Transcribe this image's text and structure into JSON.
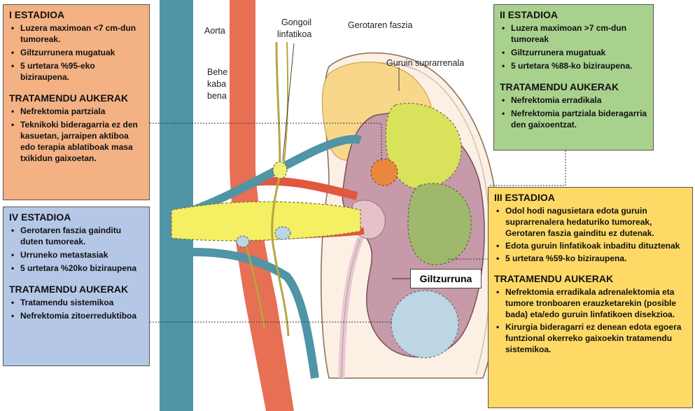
{
  "labels": {
    "aorta": "Aorta",
    "vena_cava": [
      "Behe",
      "kaba",
      "bena"
    ],
    "lymph_node": [
      "Gongoil",
      "linfatikoa"
    ],
    "gerota": "Gerotaren faszia",
    "adrenal": "Guruin suprarrenala",
    "kidney": "Giltzurruna"
  },
  "stage1": {
    "title": "I ESTADIOA",
    "items": [
      "Luzera maximoan <7 cm-dun tumoreak.",
      "Giltzurrunera mugatuak",
      "5 urtetara %95-eko biziraupena."
    ],
    "treat_title": "TRATAMENDU AUKERAK",
    "treat_items": [
      "Nefrektomia partziala",
      "Teknikoki bideragarria ez den kasuetan, jarraipen aktiboa edo terapia ablatiboak masa txikidun gaixoetan."
    ]
  },
  "stage2": {
    "title": "II ESTADIOA",
    "items": [
      "Luzera maximoan >7 cm-dun tumoreak",
      "Giltzurrunera mugatuak",
      "5 urtetara %88-ko biziraupena."
    ],
    "treat_title": "TRATAMENDU AUKERAK",
    "treat_items": [
      "Nefrektomia erradikala",
      "Nefrektomia partziala bideragarria den gaixoentzat."
    ]
  },
  "stage3": {
    "title": "III ESTADIOA",
    "items": [
      "Odol hodi nagusietara edota guruin suprarrenalera hedaturiko tumoreak, Gerotaren faszia gainditu ez dutenak.",
      "Edota guruin linfatikoak inbaditu dituztenak",
      "5 urtetara %59-ko biziraupena."
    ],
    "treat_title": "TRATAMENDU AUKERAK",
    "treat_items": [
      "Nefrektomia erradikala adrenalektomia eta tumore tronboaren erauzketarekin (posible bada) eta/edo guruin linfatikoen disekzioa.",
      "Kirurgia bideragarri ez denean edota egoera funtzional okerreko gaixoekin tratamendu sistemikoa."
    ]
  },
  "stage4": {
    "title": "IV ESTADIOA",
    "items": [
      "Gerotaren faszia gainditu duten tumoreak.",
      "Urruneko metastasiak",
      "5 urtetara %20ko biziraupena"
    ],
    "treat_title": "TRATAMENDU AUKERAK",
    "treat_items": [
      "Tratamendu sistemikoa",
      "Nefrektomia zitoerreduktiboa"
    ]
  }
}
